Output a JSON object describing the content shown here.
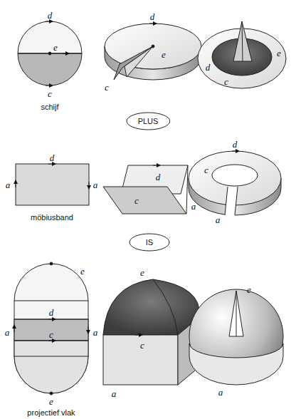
{
  "diagram": {
    "nodes": [
      {
        "text": [
          "PLUS"
        ]
      },
      {
        "text": [
          "IS"
        ]
      }
    ],
    "labels": [
      "d",
      "e",
      "c",
      "schijf",
      "d",
      "e",
      "c",
      "d",
      "e",
      "c",
      "d",
      "a",
      "a",
      "möbiusband",
      "d",
      "c",
      "a",
      "d",
      "c",
      "a",
      "e",
      "d",
      "a",
      "a",
      "c",
      "e",
      "projectief vlak",
      "e",
      "c",
      "a",
      "e",
      "a"
    ]
  }
}
